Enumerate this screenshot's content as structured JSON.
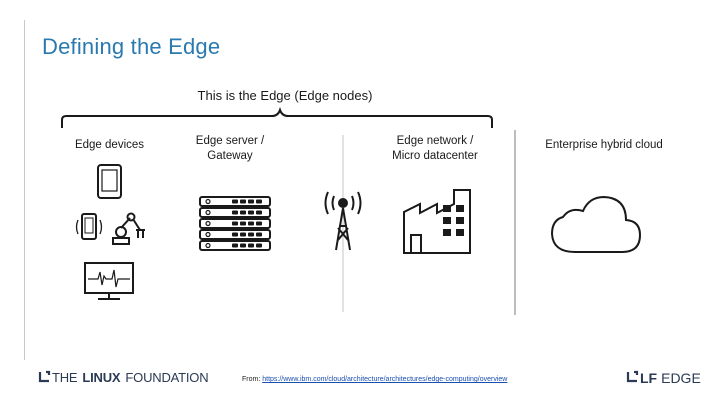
{
  "title": "Defining the Edge",
  "brace_label": "This is the Edge (Edge nodes)",
  "columns": {
    "edge_devices": "Edge devices",
    "edge_server_1": "Edge server /",
    "edge_server_2": "Gateway",
    "edge_network_1": "Edge network /",
    "edge_network_2": "Micro datacenter",
    "hybrid_cloud": "Enterprise hybrid cloud"
  },
  "footer": {
    "lf_the": "THE",
    "lf_linux": "LINUX",
    "lf_foundation": "FOUNDATION",
    "source_prefix": "From:",
    "source_url": "https://www.ibm.com/cloud/architecture/architectures/edge-computing/overview",
    "lfedge_lf": "LF",
    "lfedge_edge": "EDGE"
  },
  "colors": {
    "title": "#2a7ab0",
    "brand": "#2b3a55",
    "line": "#1a1a1a",
    "divider": "#bfbfbf"
  }
}
